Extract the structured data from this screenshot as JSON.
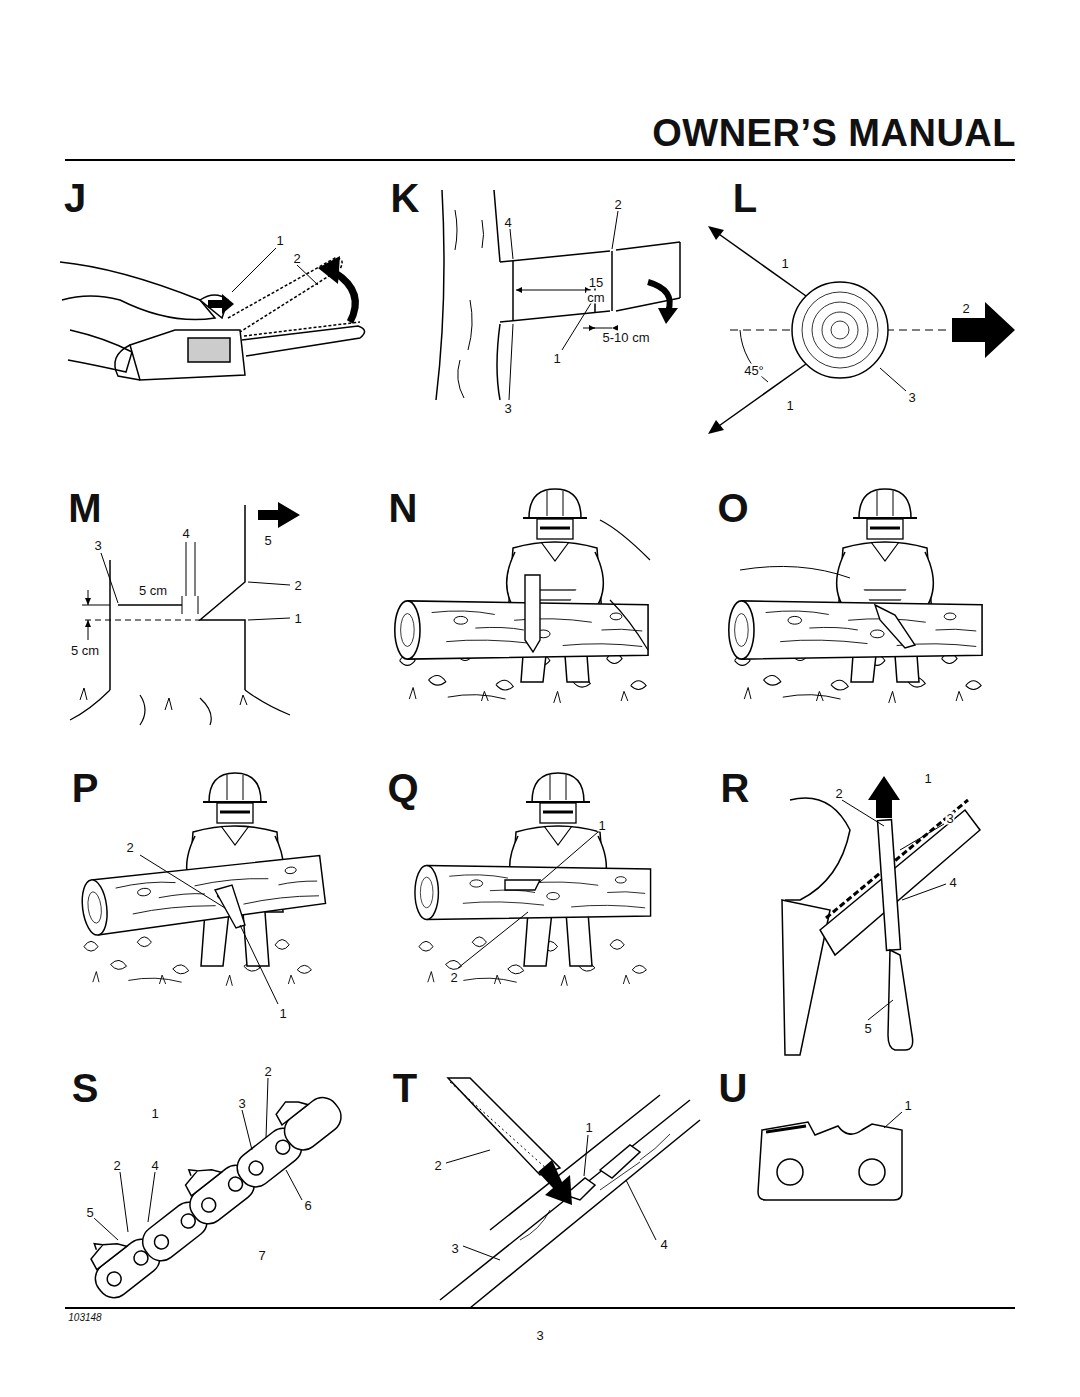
{
  "diagram": {
    "title": "OWNER’S MANUAL",
    "labels": [
      "J",
      "1",
      "2",
      "K",
      "2",
      "4",
      "15",
      "cm",
      "5-10 cm",
      "1",
      "3",
      "L",
      "1",
      "2",
      "45°",
      "3",
      "1",
      "M",
      "4",
      "5",
      "3",
      "5 cm",
      "2",
      "1",
      "5 cm",
      "N",
      "O",
      "P",
      "2",
      "1",
      "Q",
      "1",
      "2",
      "R",
      "1",
      "2",
      "3",
      "4",
      "5",
      "S",
      "2",
      "3",
      "1",
      "2",
      "4",
      "6",
      "5",
      "7",
      "T",
      "1",
      "2",
      "3",
      "4",
      "U",
      "1",
      "103148",
      "3"
    ]
  }
}
